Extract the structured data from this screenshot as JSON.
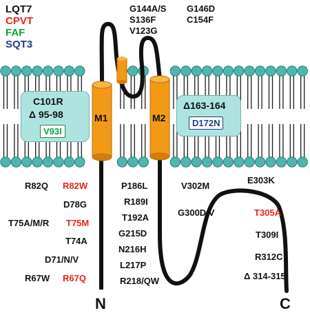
{
  "legend": {
    "lqt7": {
      "text": "LQT7",
      "color": "#111111"
    },
    "cpvt": {
      "text": "CPVT",
      "color": "#e8231f"
    },
    "faf": {
      "text": "FAF",
      "color": "#14a03a"
    },
    "sqt3": {
      "text": "SQT3",
      "color": "#1f3f8a"
    }
  },
  "helices": {
    "m1": "M1",
    "m2": "M2"
  },
  "termini": {
    "n": "N",
    "c": "C"
  },
  "loop_labels": {
    "col1": [
      "G144A/S",
      "S136F",
      "V123G"
    ],
    "col2": [
      "G146D",
      "C154F"
    ]
  },
  "membrane_box_left": {
    "line1": "C101R",
    "line2": "Δ 95-98",
    "boxed": "V93I"
  },
  "membrane_box_right": {
    "line1": "Δ163-164",
    "boxed": "D172N"
  },
  "n_terminal_left": [
    "R82Q",
    "T75A/M/R",
    "R67W"
  ],
  "n_terminal_right": {
    "r82w": "R82W",
    "d78g": "D78G",
    "t75m": "T75M",
    "t74a": "T74A",
    "d71": "D71/N/V",
    "r67q": "R67Q"
  },
  "c_terminal_mid": [
    "P186L",
    "R189I",
    "T192A",
    "G215D",
    "N216H",
    "L217P",
    "R218/QW"
  ],
  "c_terminal_right": {
    "v302m": "V302M",
    "e303k": "E303K",
    "g300": "G300D/V",
    "t305a": "T305A",
    "t309i": "T309I",
    "r312c": "R312C",
    "d314": "Δ 314-315"
  },
  "colors": {
    "black": "#111111",
    "red": "#e8231f",
    "green": "#14a03a",
    "blue": "#1f3f8a",
    "lipid": "#4db6ad",
    "helix": "#f29a16",
    "box": "#aee4e0"
  }
}
